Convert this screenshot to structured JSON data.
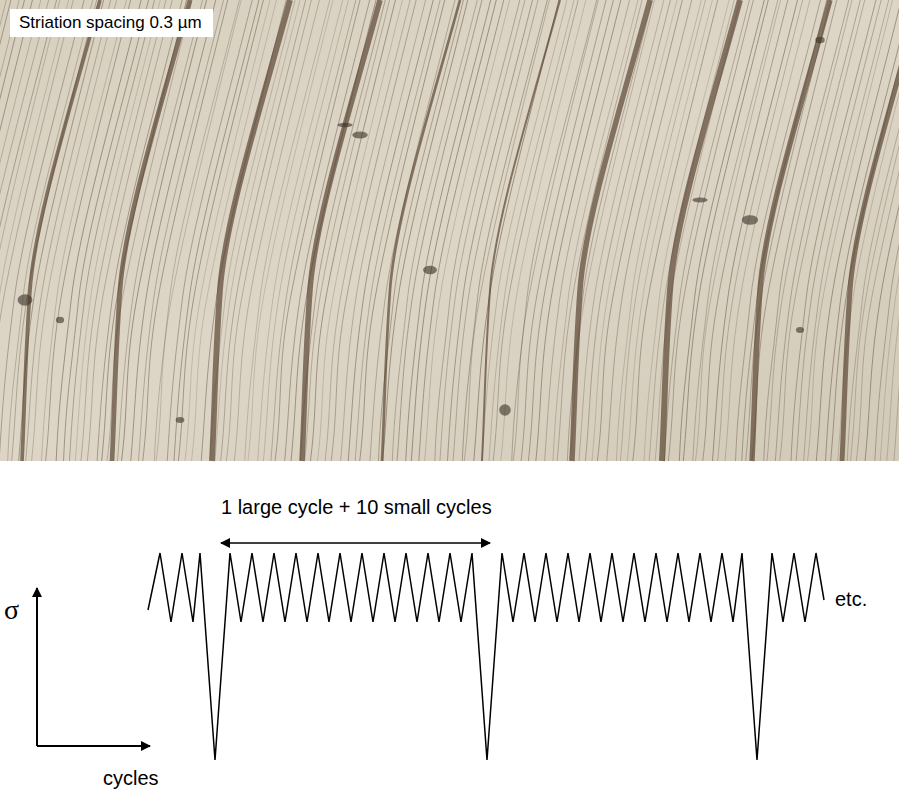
{
  "diagram": {
    "nodes": [
      {
        "text": [
          "Striation spacing 0.3 µm"
        ]
      }
    ],
    "labels": [
      "1 large cycle + 10 small cycles",
      "σ",
      "cycles",
      "etc."
    ]
  }
}
